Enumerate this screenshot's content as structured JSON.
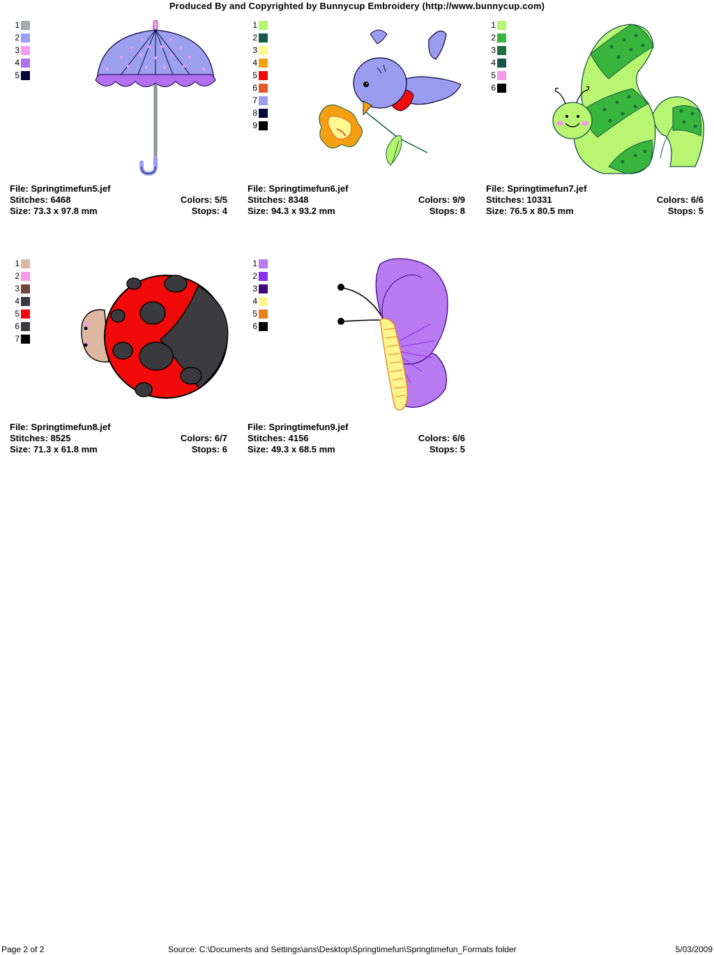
{
  "header": "Produced By and Copyrighted by Bunnycup Embroidery (http://www.bunnycup.com)",
  "designs": [
    {
      "file": "File: Springtimefun5.jef",
      "stitches": "Stitches: 6468",
      "colors": "Colors: 5/5",
      "size": "Size: 73.3 x 97.8 mm",
      "stops": "Stops: 4",
      "motif": "umbrella",
      "swatches": [
        {
          "num": "1",
          "color": "#a6a9ac"
        },
        {
          "num": "2",
          "color": "#9d9ff0"
        },
        {
          "num": "3",
          "color": "#f59cf0"
        },
        {
          "num": "4",
          "color": "#b46ff0"
        },
        {
          "num": "5",
          "color": "#05053a"
        }
      ]
    },
    {
      "file": "File: Springtimefun6.jef",
      "stitches": "Stitches: 8348",
      "colors": "Colors: 9/9",
      "size": "Size: 94.3 x 93.2 mm",
      "stops": "Stops: 8",
      "motif": "bird",
      "swatches": [
        {
          "num": "1",
          "color": "#b5f56c"
        },
        {
          "num": "2",
          "color": "#145a46"
        },
        {
          "num": "3",
          "color": "#fdf890"
        },
        {
          "num": "4",
          "color": "#f5a012"
        },
        {
          "num": "5",
          "color": "#f00a0a"
        },
        {
          "num": "6",
          "color": "#e55a2a"
        },
        {
          "num": "7",
          "color": "#9a9cf0"
        },
        {
          "num": "8",
          "color": "#06063a"
        },
        {
          "num": "9",
          "color": "#000000"
        }
      ]
    },
    {
      "file": "File: Springtimefun7.jef",
      "stitches": "Stitches: 10331",
      "colors": "Colors: 6/6",
      "size": "Size: 76.5 x 80.5 mm",
      "stops": "Stops: 5",
      "motif": "caterpillar",
      "swatches": [
        {
          "num": "1",
          "color": "#b8f570"
        },
        {
          "num": "2",
          "color": "#38b53c"
        },
        {
          "num": "3",
          "color": "#1c6e3a"
        },
        {
          "num": "4",
          "color": "#17574a"
        },
        {
          "num": "5",
          "color": "#f59ae8"
        },
        {
          "num": "6",
          "color": "#000000"
        }
      ]
    },
    {
      "file": "File: Springtimefun8.jef",
      "stitches": "Stitches: 8525",
      "colors": "Colors: 6/7",
      "size": "Size: 71.3 x 61.8 mm",
      "stops": "Stops: 6",
      "motif": "ladybug",
      "swatches": [
        {
          "num": "1",
          "color": "#dfb8a2"
        },
        {
          "num": "2",
          "color": "#f59ae8"
        },
        {
          "num": "3",
          "color": "#6e4838"
        },
        {
          "num": "4",
          "color": "#3a3a3e"
        },
        {
          "num": "5",
          "color": "#f00a0a"
        },
        {
          "num": "6",
          "color": "#3c3c40"
        },
        {
          "num": "7",
          "color": "#000000"
        }
      ]
    },
    {
      "file": "File: Springtimefun9.jef",
      "stitches": "Stitches: 4156",
      "colors": "Colors: 6/6",
      "size": "Size: 49.3 x 68.5 mm",
      "stops": "Stops: 5",
      "motif": "butterfly",
      "swatches": [
        {
          "num": "1",
          "color": "#b87af0"
        },
        {
          "num": "2",
          "color": "#8a2ef0"
        },
        {
          "num": "3",
          "color": "#3d0a7a"
        },
        {
          "num": "4",
          "color": "#fdf48e"
        },
        {
          "num": "5",
          "color": "#e5801c"
        },
        {
          "num": "6",
          "color": "#000000"
        }
      ]
    }
  ],
  "footer": {
    "page": "Page 2 of 2",
    "source": "Source: C:\\Documents and Settings\\ans\\Desktop\\Springtimefun\\Springtimefun_Formats folder",
    "date": "5/03/2009"
  }
}
